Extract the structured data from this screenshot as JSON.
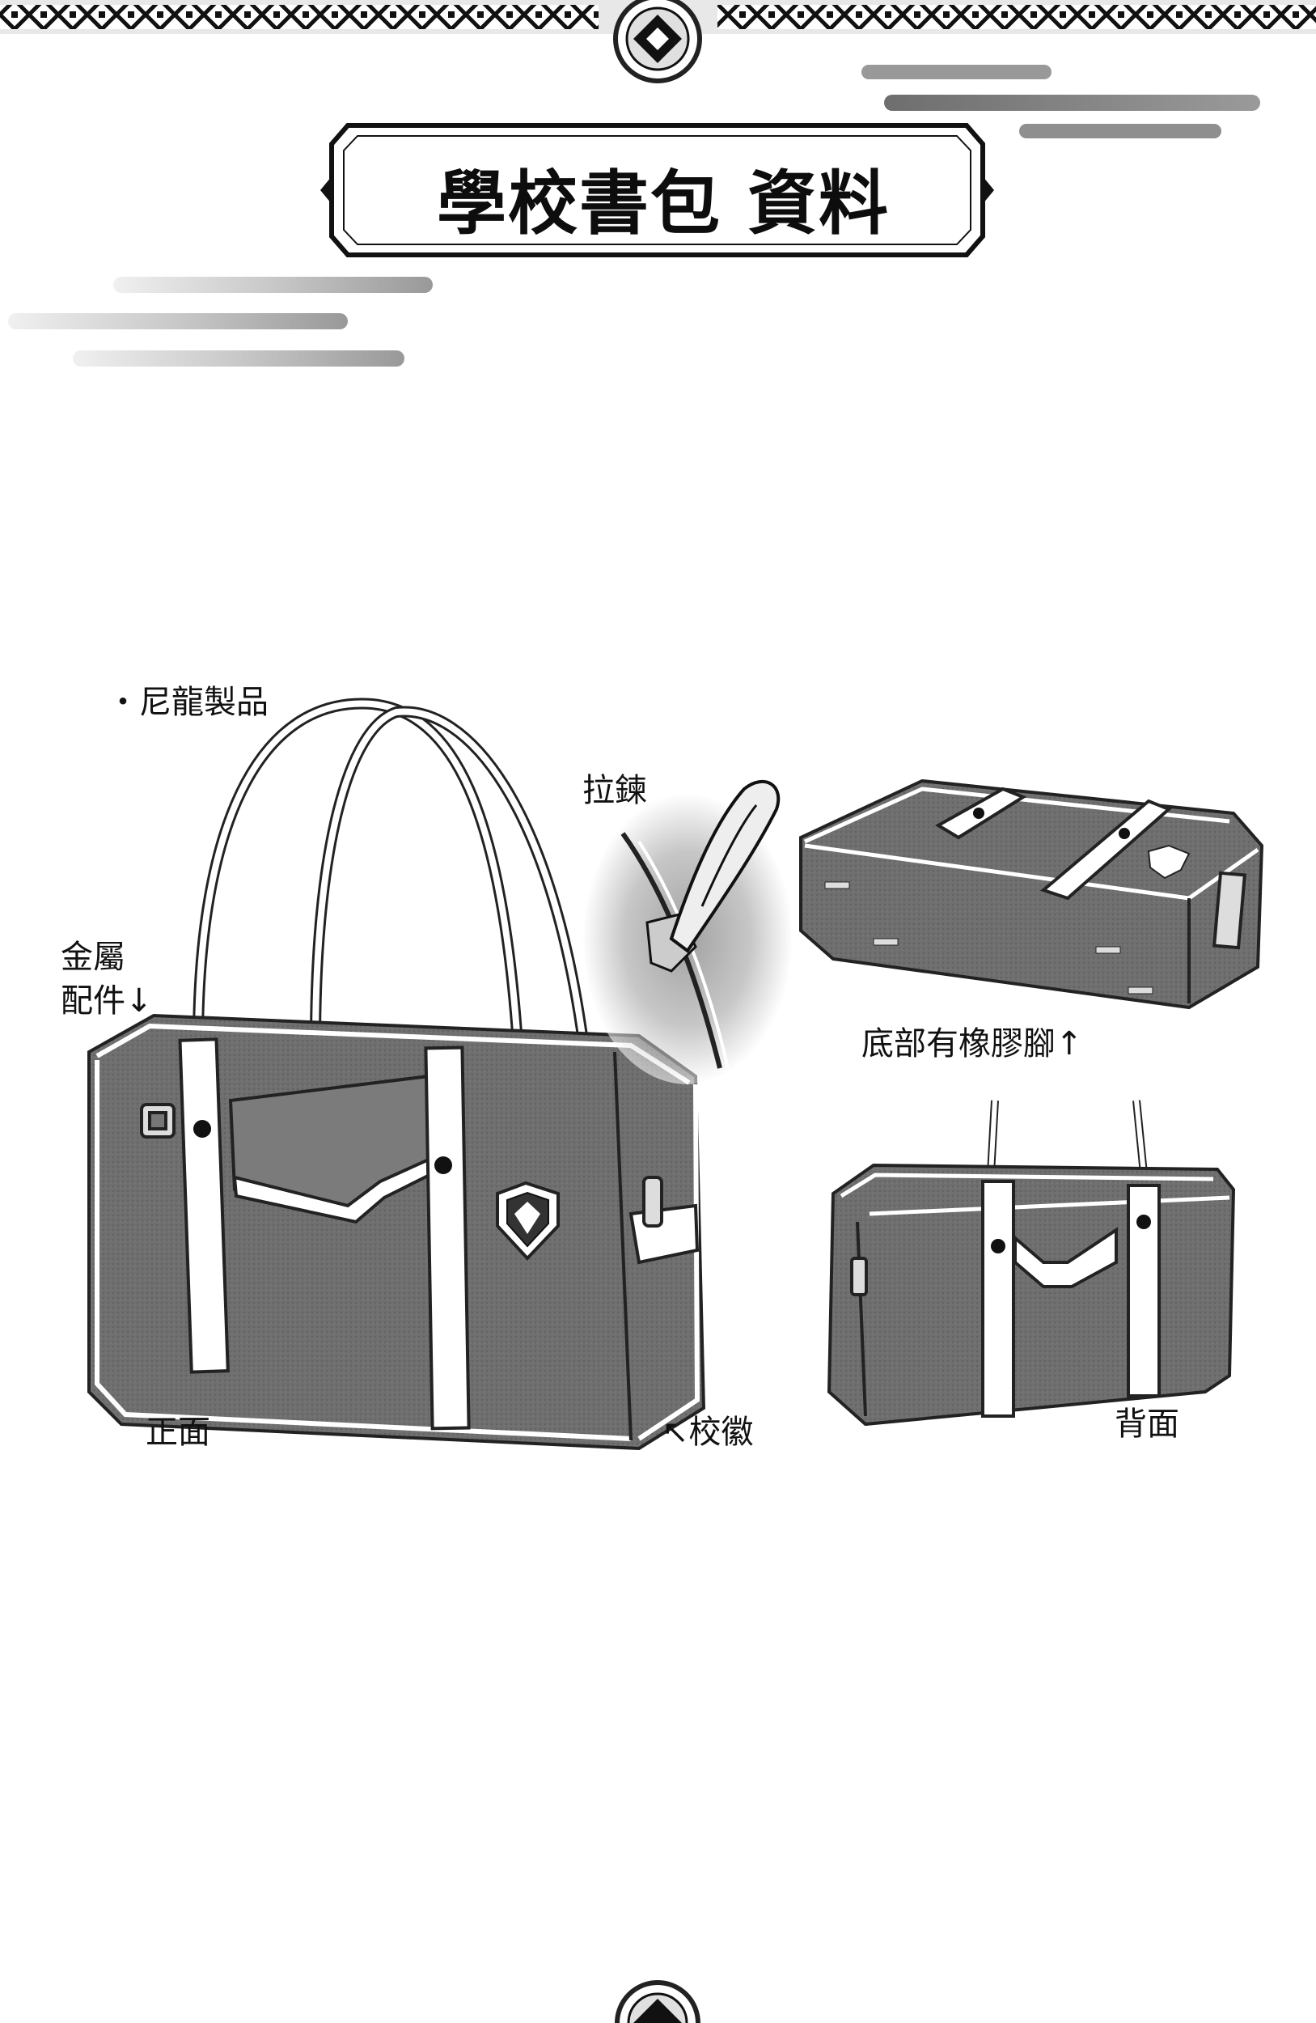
{
  "header": {
    "title": "學校書包 資料"
  },
  "labels": {
    "nylon": "・尼龍製品",
    "zipper": "拉鍊",
    "metal_parts_line1": "金屬",
    "metal_parts_line2": "配件↓",
    "rubber_feet": "底部有橡膠腳↑",
    "front": "正面",
    "school_emblem": "↖校徽",
    "back": "背面"
  }
}
